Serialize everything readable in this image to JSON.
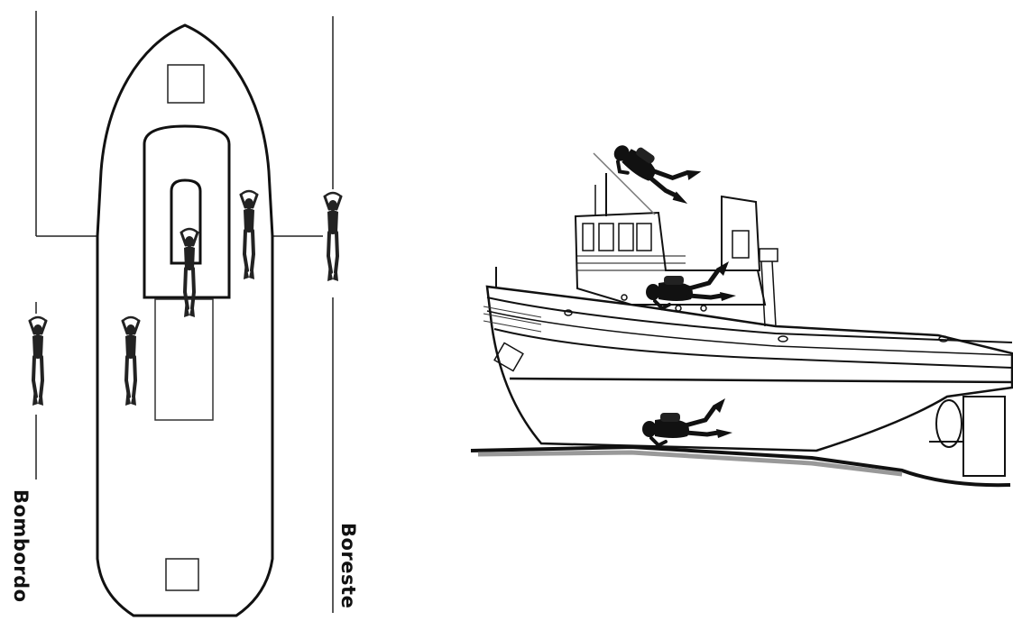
{
  "labels": {
    "port": "Bombordo",
    "starboard": "Boreste"
  },
  "figures": [
    {
      "name": "top-view",
      "view": "plan",
      "diver_count": 5
    },
    {
      "name": "side-view",
      "view": "profile",
      "diver_count": 3
    }
  ]
}
